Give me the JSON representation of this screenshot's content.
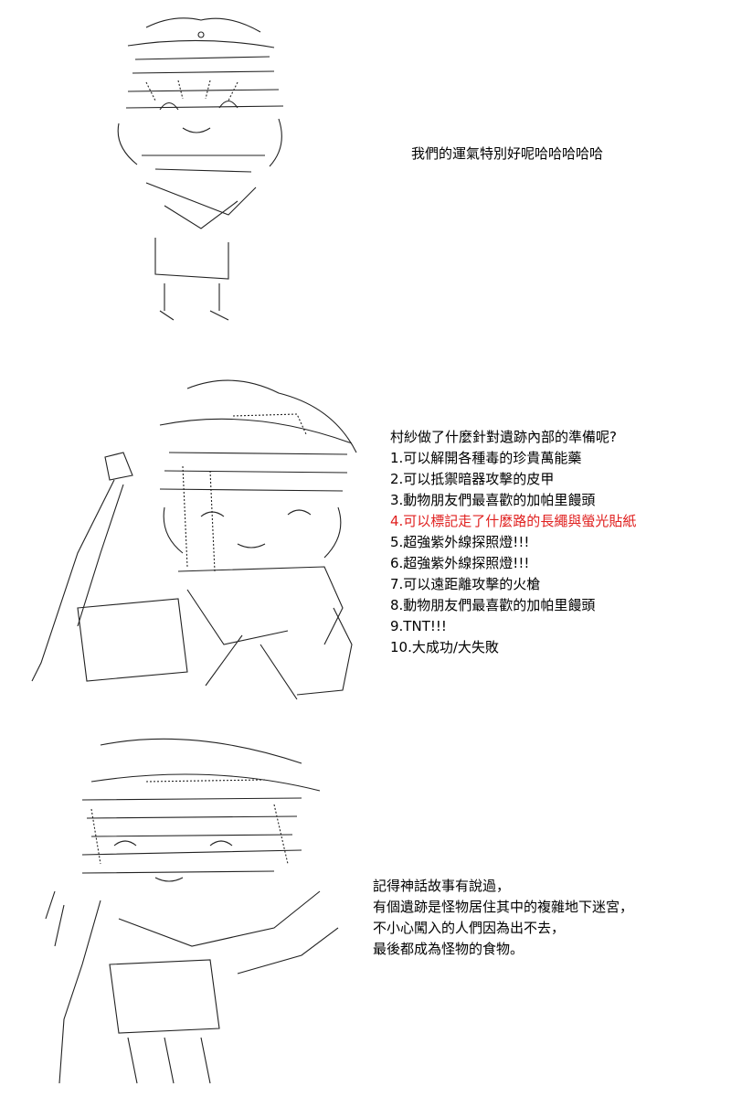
{
  "colors": {
    "text": "#000000",
    "highlight": "#e0201f",
    "background": "#ffffff"
  },
  "panels": [
    {
      "art_icon": "girl-in-hat-ascii-art",
      "lines": [
        "我們的運氣特別好呢哈哈哈哈哈"
      ]
    },
    {
      "art_icon": "girl-with-hat-pointing-ascii-art",
      "lines": [
        "村紗做了什麼針對遺跡內部的準備呢?",
        "1.可以解開各種毒的珍貴萬能藥",
        "2.可以抵禦暗器攻擊的皮甲",
        "3.動物朋友們最喜歡的加帕里饅頭",
        "4.可以標記走了什麼路的長繩與螢光貼紙",
        "5.超強紫外線探照燈!!!",
        "6.超強紫外線探照燈!!!",
        "7.可以遠距離攻擊的火槍",
        "8.動物朋友們最喜歡的加帕里饅頭",
        "9.TNT!!!",
        "10.大成功/大失敗"
      ],
      "highlight_line": 4
    },
    {
      "art_icon": "girl-in-cap-ascii-art",
      "lines": [
        "記得神話故事有說過，",
        "有個遺跡是怪物居住其中的複雜地下迷宮，",
        "不小心闖入的人們因為出不去，",
        "最後都成為怪物的食物。"
      ]
    }
  ]
}
